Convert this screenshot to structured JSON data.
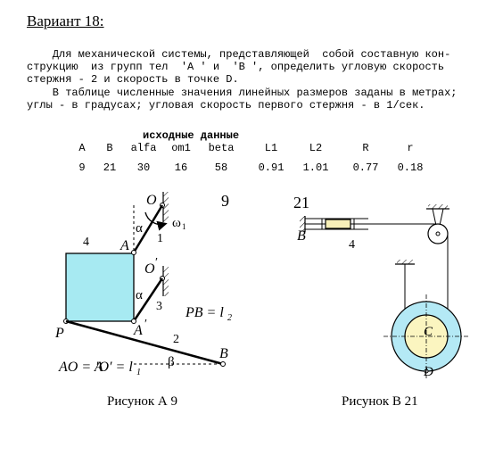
{
  "title": "Вариант 18:",
  "task": {
    "line1": "    Для механической системы, представляющей  собой составную кон-",
    "line2": "струкцию  из групп тел  'A ' и  'B ', определить угловую скорость",
    "line3": "стержня - 2 и скорость в точке D.",
    "line4": "    В таблице численные значения линейных размеров заданы в метрах;",
    "line5": "углы - в градусах; угловая скорость первого стержня - в 1/сек."
  },
  "table": {
    "heading": "исходные данные",
    "columns": [
      "A",
      "B",
      "alfa",
      "om1",
      "beta",
      "L1",
      "L2",
      "R",
      "r"
    ],
    "values": [
      "9",
      "21",
      "30",
      "16",
      "58",
      "0.91",
      "1.01",
      "0.77",
      "0.18"
    ]
  },
  "figure_a": {
    "number": "9",
    "caption": "Рисунок А 9",
    "labels": {
      "O": "O",
      "omega": "ω",
      "omega_sub": "1",
      "alpha1": "α",
      "one": "1",
      "A": "A",
      "four": "4",
      "O_prime": "O",
      "prime": "′",
      "alpha2": "α",
      "three": "3",
      "A_prime": "A",
      "P": "P",
      "two": "2",
      "B": "B",
      "beta": "β",
      "eq1_left": "AO = A",
      "eq1_mid": "′O′ = l",
      "eq1_sub": "1",
      "eq2": "PB = l",
      "eq2_sub": "2"
    }
  },
  "figure_b": {
    "number": "21",
    "caption": "Рисунок В 21",
    "labels": {
      "B": "B",
      "four": "4",
      "C": "C",
      "D": "D"
    }
  },
  "colors": {
    "square_fill": "#a7eaf2",
    "wheel_outer": "#b4e9f5",
    "wheel_inner": "#fbf5c0",
    "slider_fill": "#f7efb8"
  }
}
